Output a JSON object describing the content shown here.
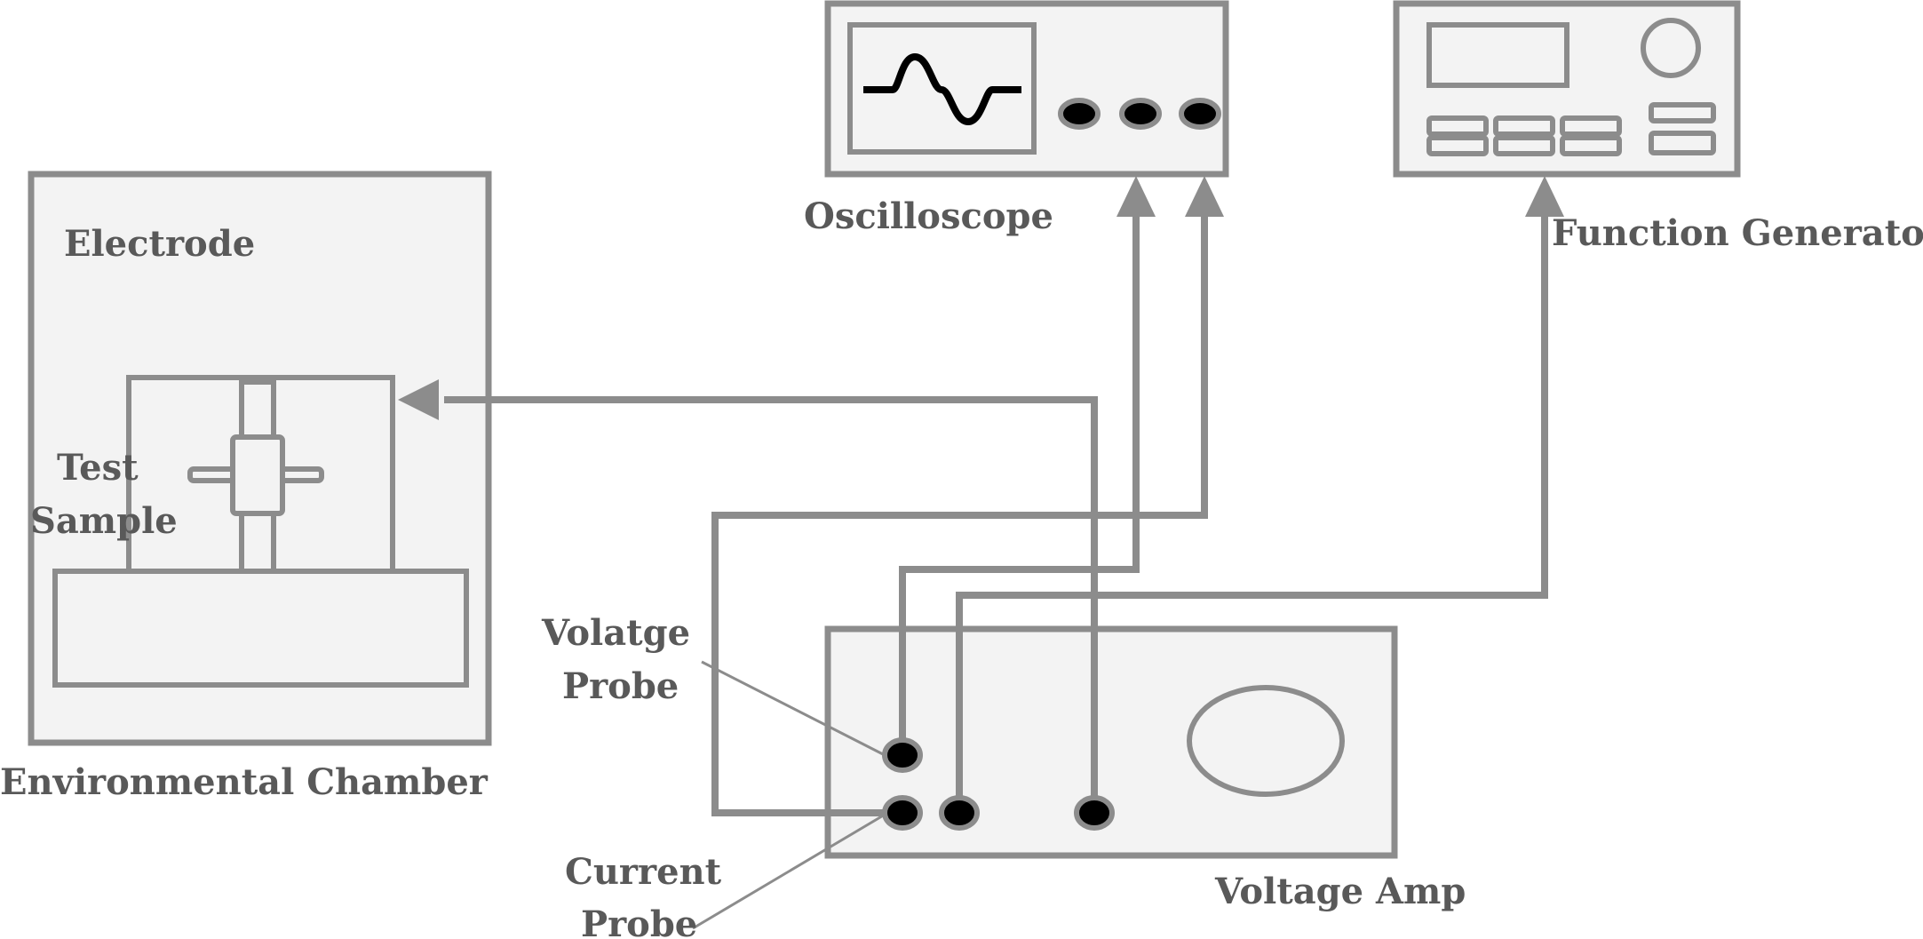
{
  "labels": {
    "electrode": "Electrode",
    "test_sample_line1": "Test",
    "test_sample_line2": "Sample",
    "environmental_chamber": "Environmental Chamber",
    "oscilloscope": "Oscilloscope",
    "function_generator": "Function Generator",
    "voltage_probe_line1": "Volatge",
    "voltage_probe_line2": "Probe",
    "current_probe_line1": "Current",
    "current_probe_line2": "Probe",
    "voltage_amp": "Voltage Amp"
  },
  "icons": {
    "oscilloscope_screen": "sine-wave-icon"
  }
}
